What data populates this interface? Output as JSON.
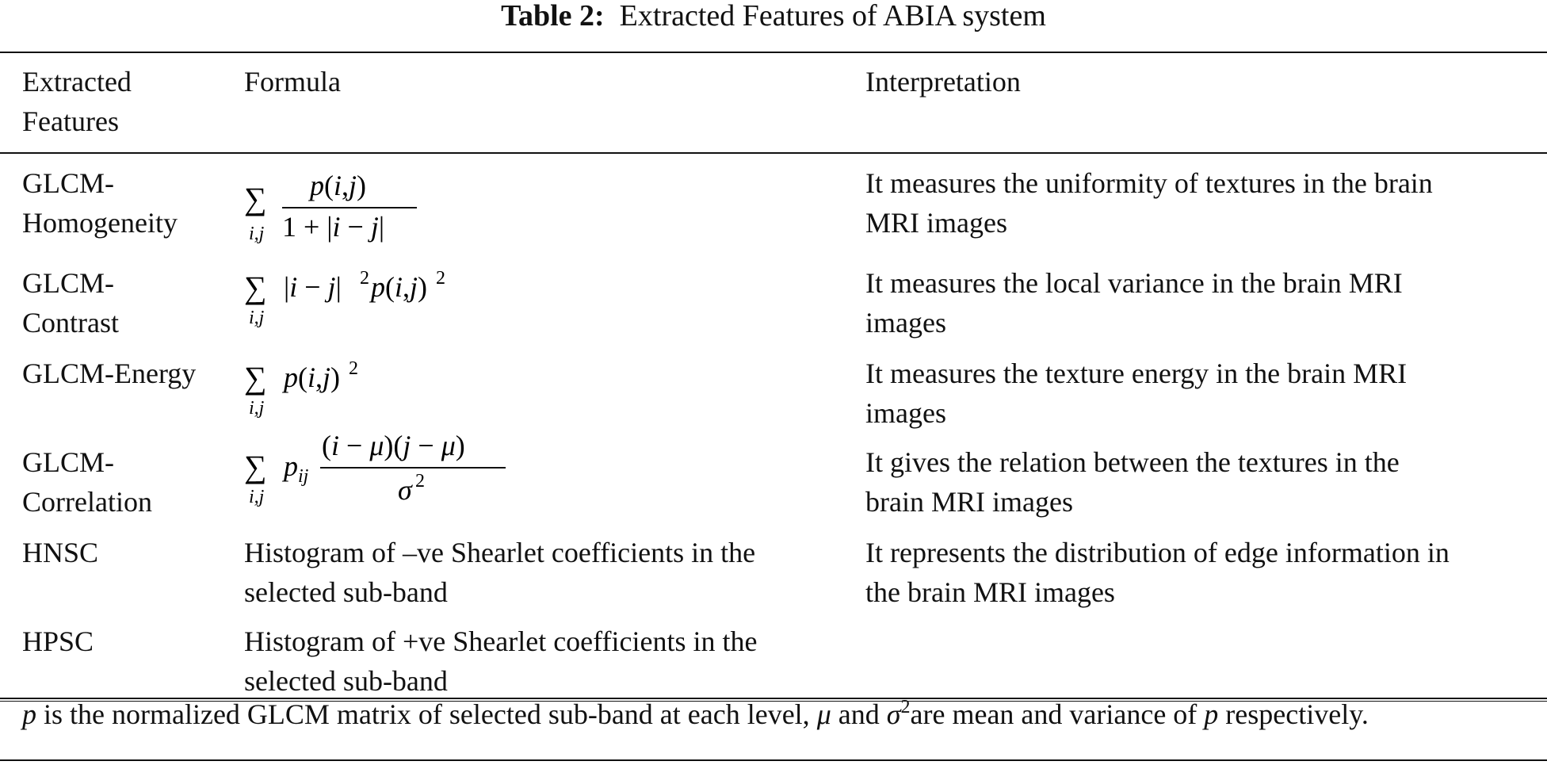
{
  "caption": {
    "label": "Table 2:",
    "text": "Extracted Features of ABIA system"
  },
  "table": {
    "headers": {
      "feature_line1": "Extracted",
      "feature_line2": "Features",
      "formula": "Formula",
      "interpretation": "Interpretation"
    },
    "rows": [
      {
        "feature_line1": "GLCM-",
        "feature_line2": "Homogeneity",
        "formula": "∑_{i,j} p(i,j) / (1 + |i − j|)",
        "interp_line1": "It measures the uniformity of textures in the brain",
        "interp_line2": "MRI images"
      },
      {
        "feature_line1": "GLCM-",
        "feature_line2": "Contrast",
        "formula": "∑_{i,j} |i − j|² p(i,j)²",
        "interp_line1": "It measures the local variance in the brain MRI",
        "interp_line2": "images"
      },
      {
        "feature_line1": "GLCM-Energy",
        "feature_line2": "",
        "formula": "∑_{i,j} p(i,j)²",
        "interp_line1": "It measures the texture energy in the brain MRI",
        "interp_line2": "images"
      },
      {
        "feature_line1": "GLCM-",
        "feature_line2": "Correlation",
        "formula": "∑_{i,j} p_ij (i − μ)(j − μ) / σ²",
        "interp_line1": "It gives the relation between the textures in the",
        "interp_line2": "brain MRI images"
      },
      {
        "feature_line1": "HNSC",
        "feature_line2": "",
        "formula_line1": "Histogram of –ve Shearlet coefficients in the",
        "formula_line2": "selected sub-band",
        "interp_line1": "It represents the distribution of edge information in",
        "interp_line2": "the brain MRI images"
      },
      {
        "feature_line1": "HPSC",
        "feature_line2": "",
        "formula_line1": "Histogram of +ve Shearlet coefficients in the",
        "formula_line2": "selected sub-band",
        "interp_line1": "",
        "interp_line2": ""
      }
    ]
  },
  "footnote": {
    "p": "p",
    "text1": " is the normalized GLCM matrix of selected sub-band at each level, ",
    "mu": "μ",
    "and": " and ",
    "sigma": "σ",
    "sup": "2",
    "text2": "are mean and variance of ",
    "p2": "p",
    "text3": " respectively."
  }
}
